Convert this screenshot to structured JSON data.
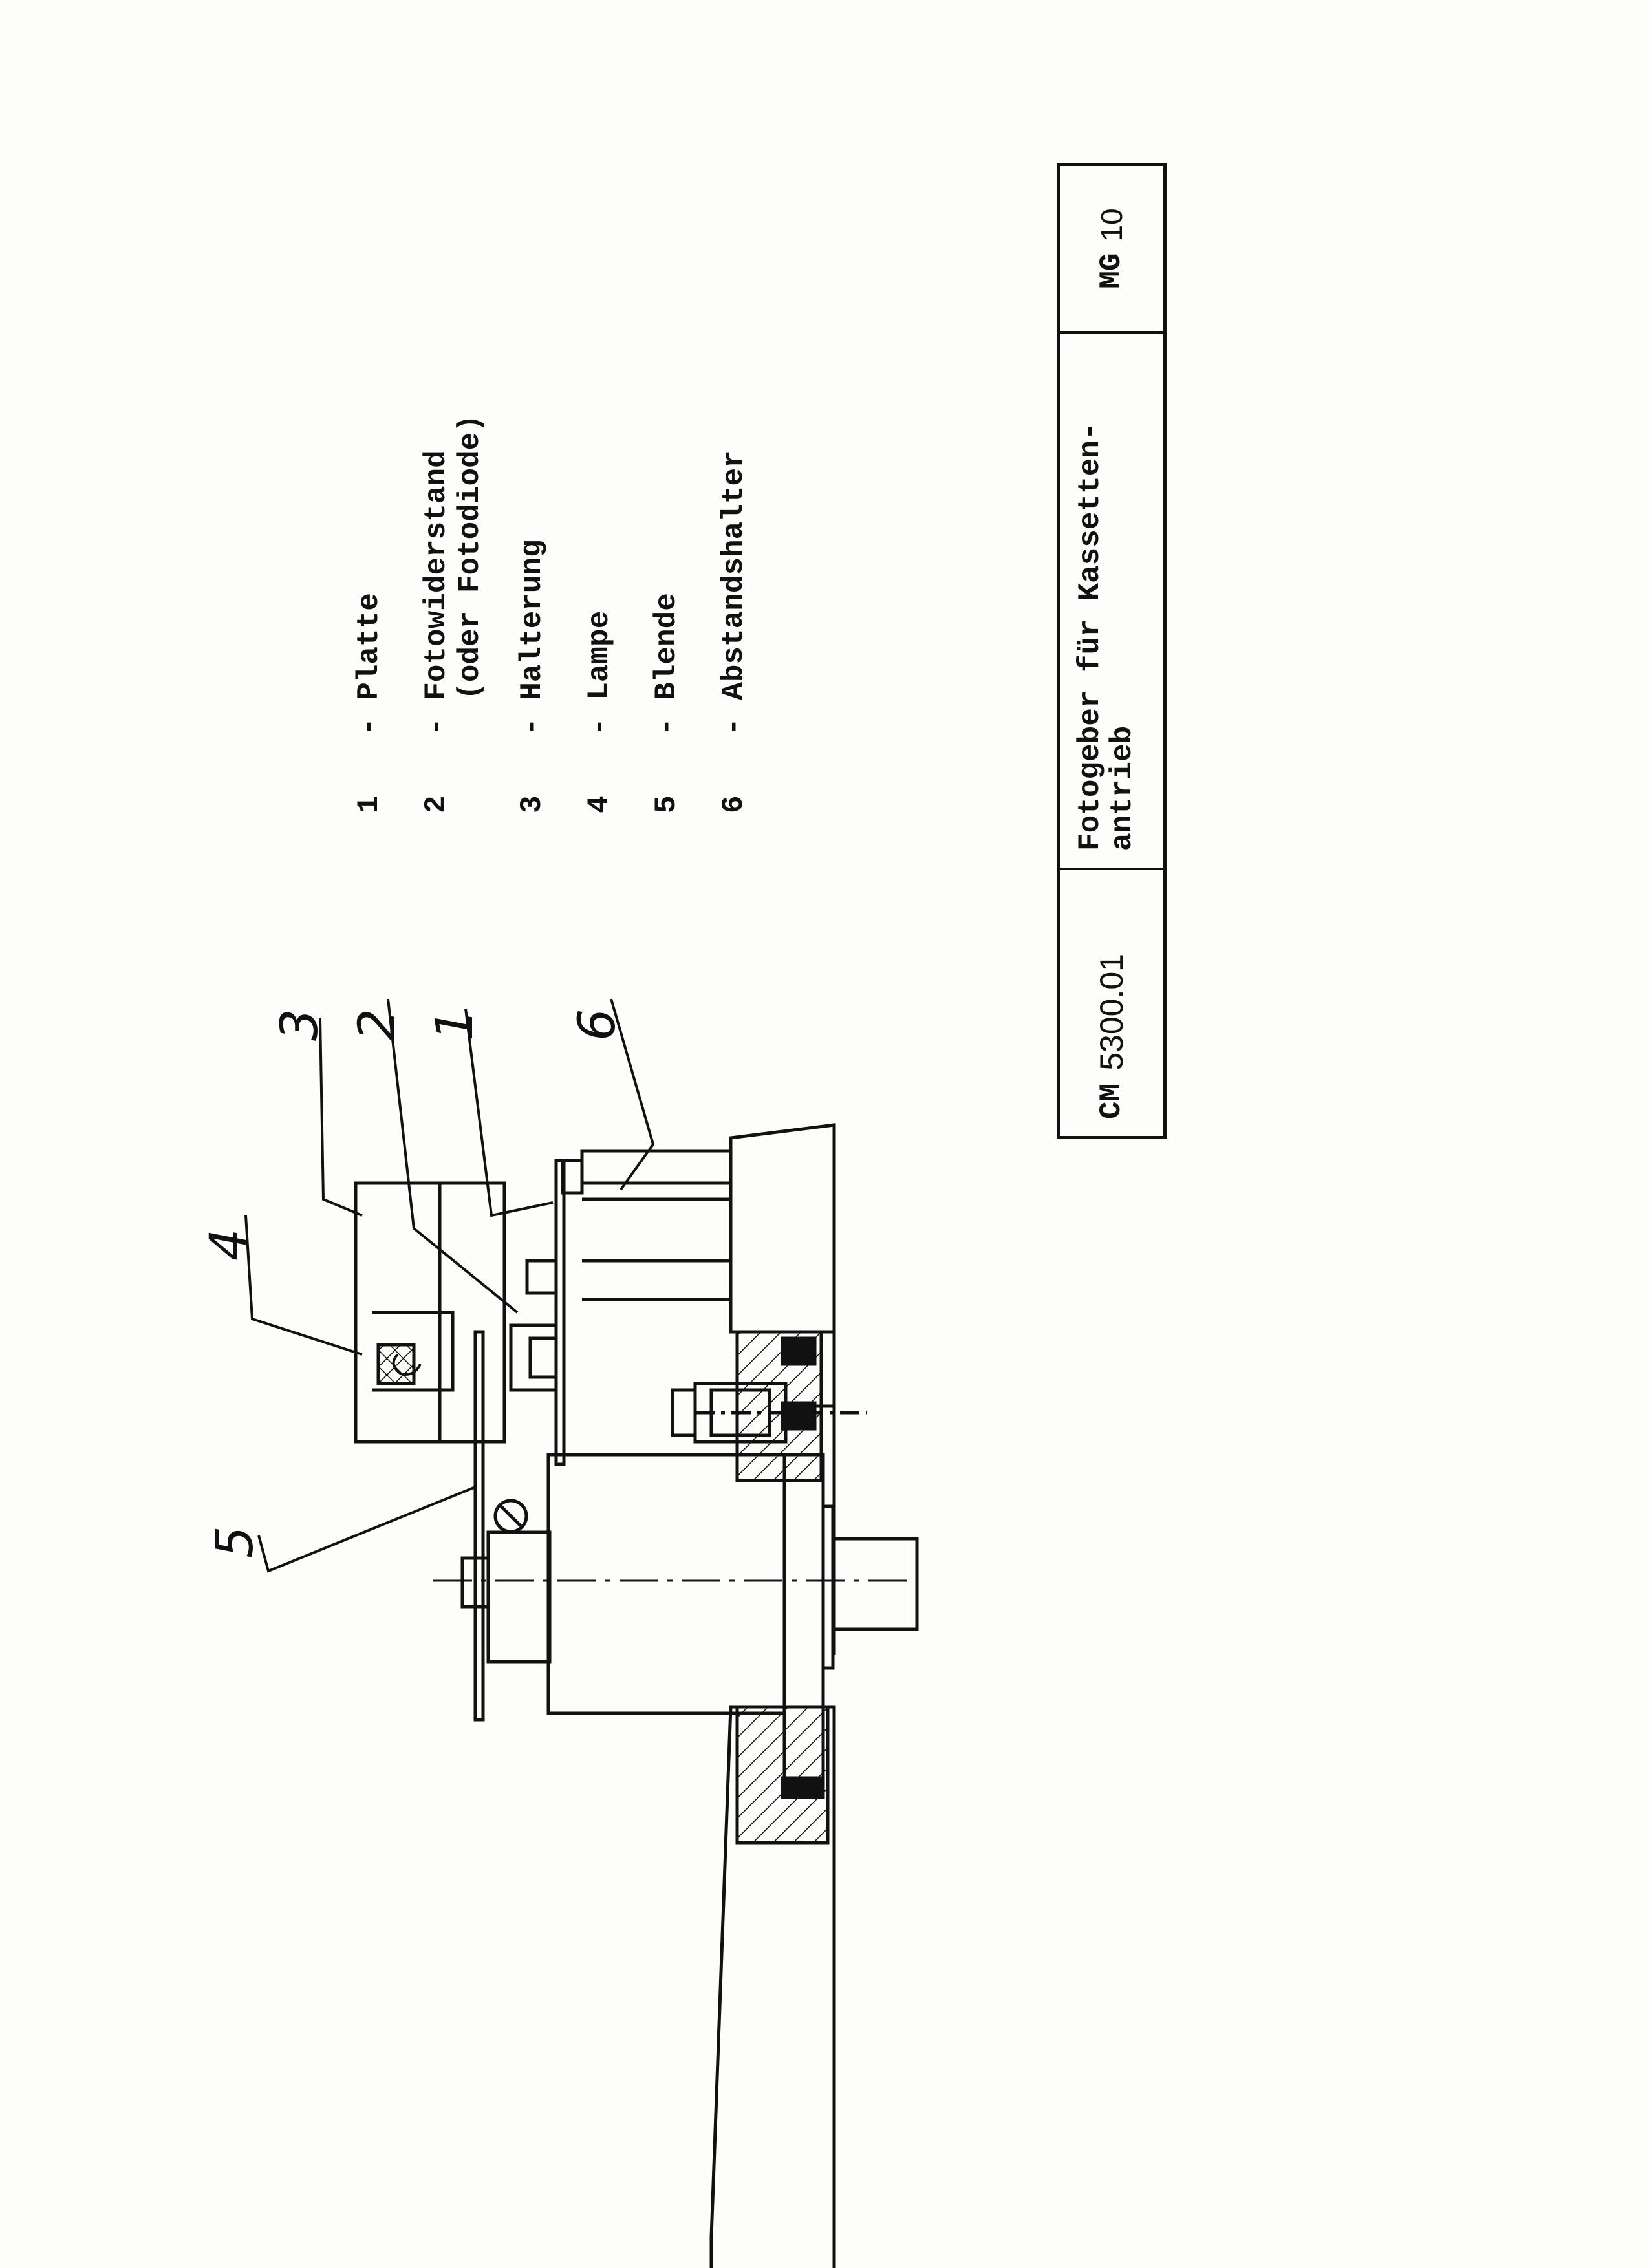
{
  "legend": {
    "items": [
      {
        "num": "1",
        "text": "- Platte"
      },
      {
        "num": "2",
        "text": "- Fotowiderstand\n  (oder Fotodiode)"
      },
      {
        "num": "3",
        "text": "- Halterung"
      },
      {
        "num": "4",
        "text": "- Lampe"
      },
      {
        "num": "5",
        "text": "- Blende"
      },
      {
        "num": "6",
        "text": "- Abstandshalter"
      }
    ]
  },
  "title_block": {
    "code_prefix": "CM",
    "code_number": "5300.01",
    "title": "Fotogeber für Kassetten-\nantrieb",
    "ref_prefix": "MG",
    "ref_number": "10"
  },
  "callouts": {
    "c1": "1",
    "c2": "2",
    "c3": "3",
    "c4": "4",
    "c5": "5",
    "c6": "6"
  },
  "colors": {
    "ink": "#111111",
    "paper": "#fdfdfb"
  }
}
